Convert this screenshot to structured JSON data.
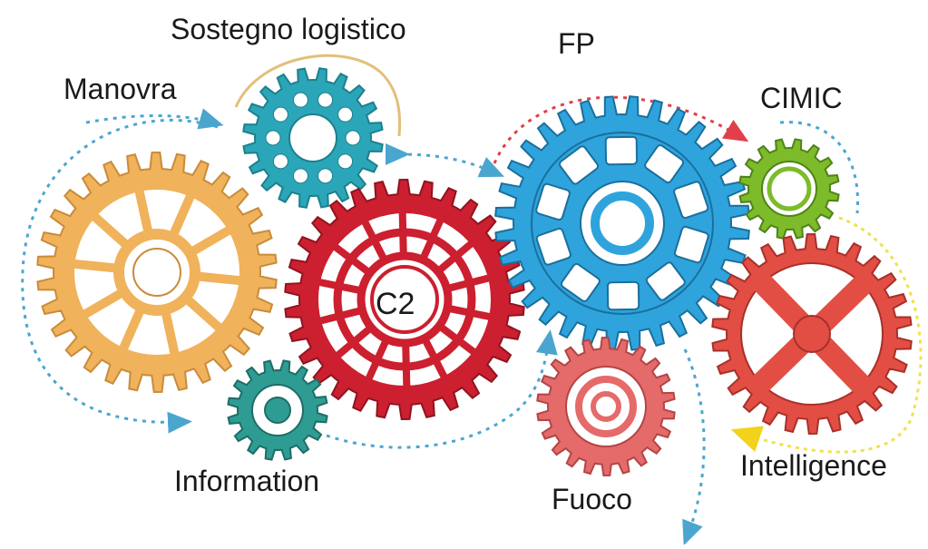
{
  "labels": {
    "manovra": "Manovra",
    "sostegno": "Sostegno logistico",
    "fp": "FP",
    "cimic": "CIMIC",
    "c2": "C2",
    "information": "Information",
    "fuoco": "Fuoco",
    "intelligence": "Intelligence"
  },
  "colors": {
    "manovra_gear": "#f0b25a",
    "manovra_arc": "#4ba6cf",
    "sostegno_gear": "#2aa6b8",
    "sostegno_arc": "#e2c07a",
    "c2_gear": "#cc1f2f",
    "fp_gear": "#2fa3dc",
    "fp_arc": "#e0404a",
    "cimic_gear": "#7dbb2a",
    "cimic_arc": "#4ba6cf",
    "intelligence_gear": "#e24e44",
    "intelligence_arc": "#f2e14a",
    "information_gear": "#2e9c92",
    "information_arc": "#4ba6cf",
    "fuoco_gear": "#e56a6a",
    "fuoco_arc": "#4ba6cf"
  }
}
